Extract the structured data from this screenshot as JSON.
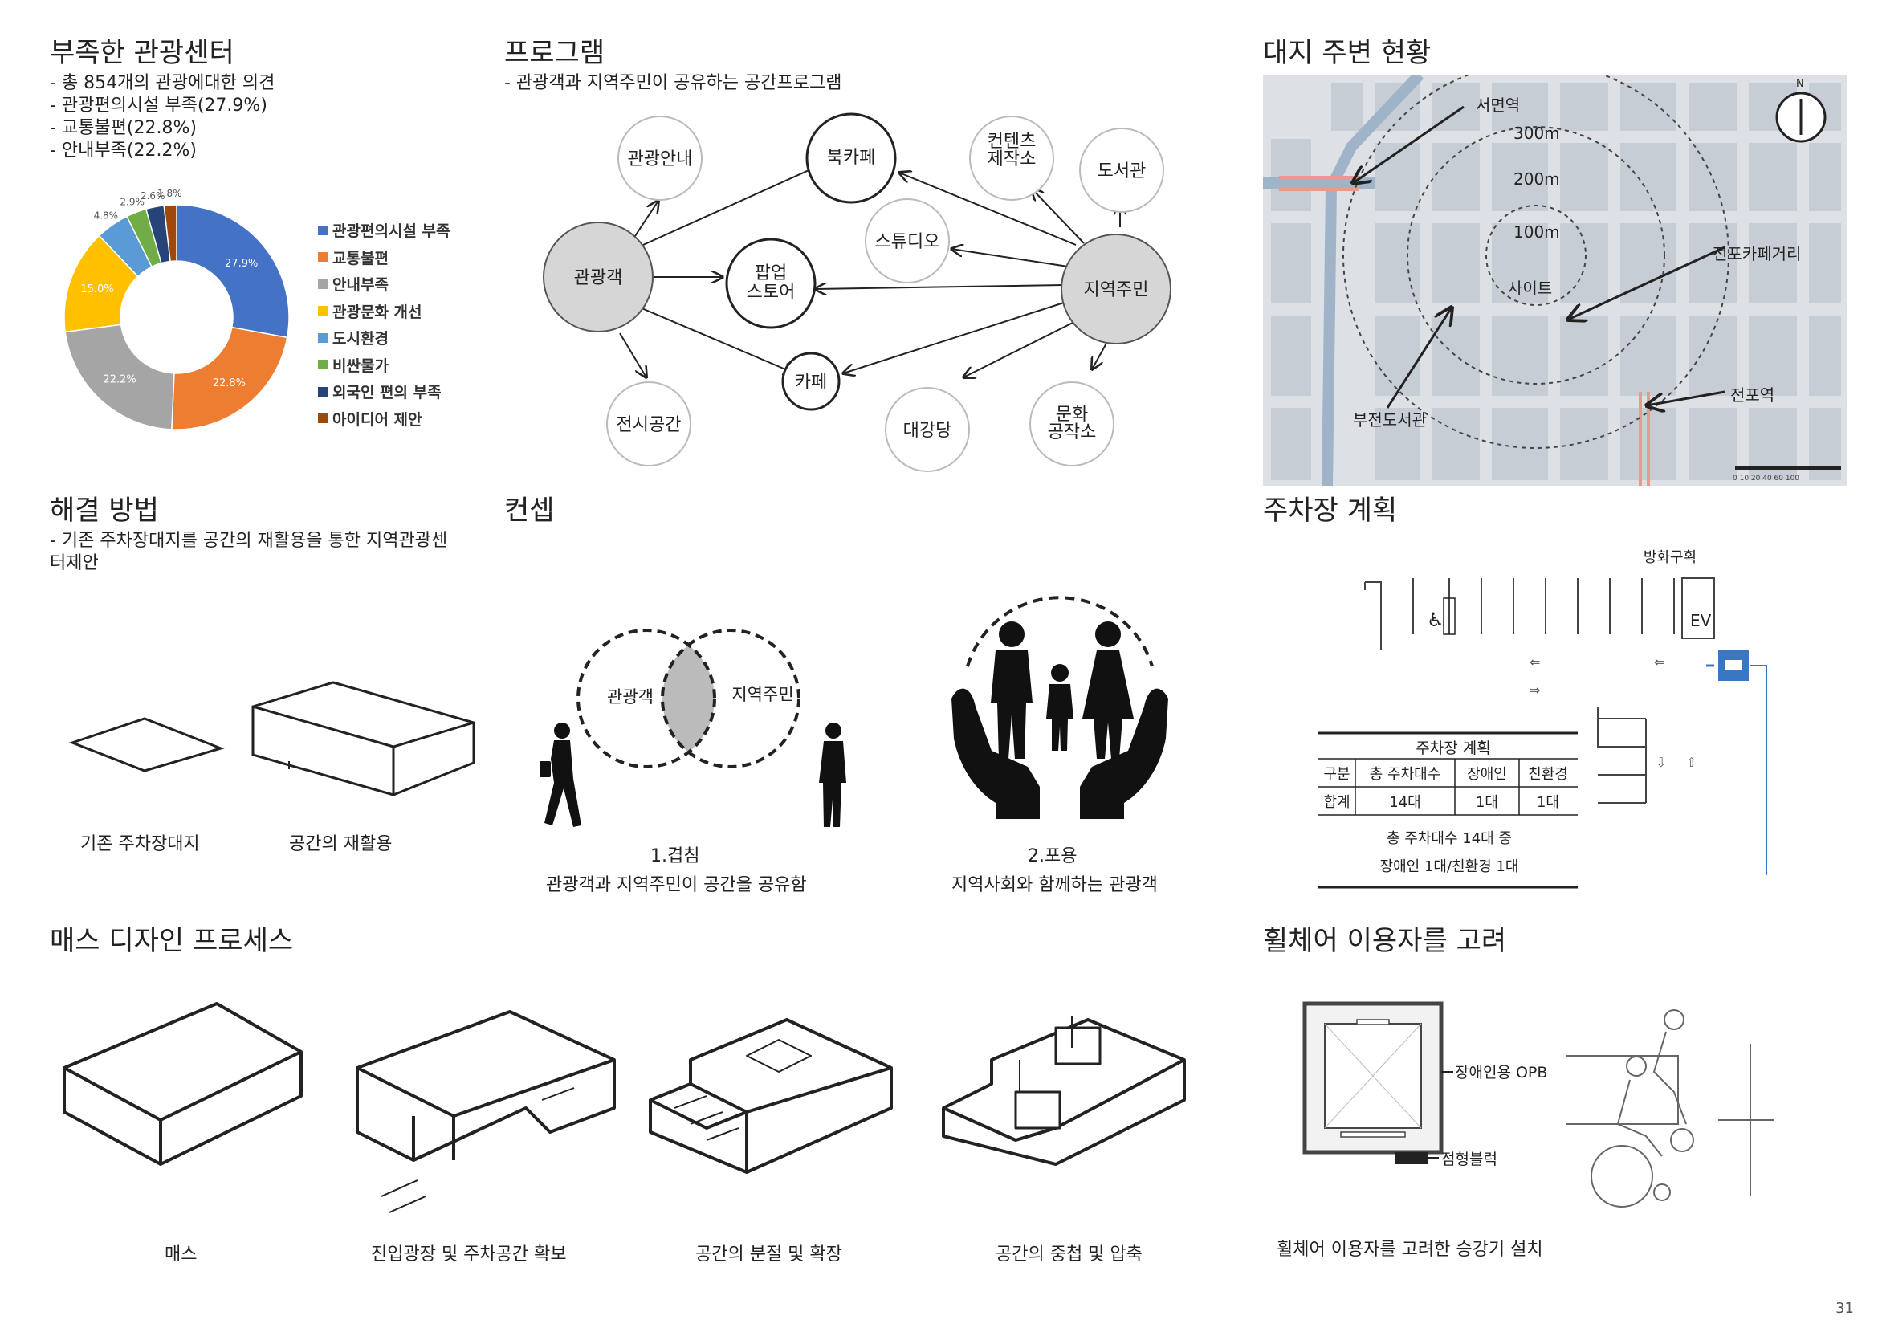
{
  "sections": {
    "tourism_center": {
      "title": "부족한 관광센터",
      "bullets": [
        "- 총 854개의 관광에대한 의견",
        "- 관광편의시설 부족(27.9%)",
        "- 교통불편(22.8%)",
        "- 안내부족(22.2%)"
      ]
    },
    "program": {
      "title": "프로그램",
      "subtitle": "- 관광객과 지역주민이 공유하는 공간프로그램",
      "nodes": {
        "tourist": "관광객",
        "resident": "지역주민",
        "info": "관광안내",
        "bookcafe": "북카페",
        "content1": "컨텐츠",
        "content2": "제작소",
        "library": "도서관",
        "studio": "스튜디오",
        "popup1": "팝업",
        "popup2": "스토어",
        "cafe": "카페",
        "exhibit": "전시공간",
        "hall": "대강당",
        "culture1": "문화",
        "culture2": "공작소"
      }
    },
    "site": {
      "title": "대지 주변 현황",
      "labels": {
        "station1": "서면역",
        "r300": "300m",
        "r200": "200m",
        "r100": "100m",
        "site": "사이트",
        "cafestreet": "전포카페거리",
        "station2": "전포역",
        "library": "부전도서관",
        "north": "N",
        "scale": "0  10  20   40    60           100"
      }
    },
    "solution": {
      "title": "해결 방법",
      "bullets": [
        "- 기존 주차장대지를 공간의 재활용을 통한 지역관광센",
        "터제안"
      ],
      "captions": [
        "기존 주차장대지",
        "공간의 재활용"
      ]
    },
    "concept": {
      "title": "컨셉",
      "venn": [
        "관광객",
        "지역주민"
      ],
      "c1_title": "1.겹침",
      "c1_desc": "관광객과 지역주민이 공간을 공유함",
      "c2_title": "2.포용",
      "c2_desc": "지역사회와 함께하는 관광객"
    },
    "parking": {
      "title": "주차장 계획",
      "fire": "방화구획",
      "ev": "EV",
      "table_title": "주차장 계획",
      "headers": [
        "구분",
        "총 주차대수",
        "장애인",
        "친환경"
      ],
      "row": [
        "합계",
        "14대",
        "1대",
        "1대"
      ],
      "note1": "총 주차대수 14대 중",
      "note2": "장애인 1대/친환경 1대"
    },
    "mass": {
      "title": "매스 디자인 프로세스",
      "steps": [
        "매스",
        "진입광장 및 주차공간 확보",
        "공간의 분절 및 확장",
        "공간의 중첩 및 압축"
      ]
    },
    "wheelchair": {
      "title": "휠체어 이용자를 고려",
      "opb": "장애인용 OPB",
      "tactile": "점형블럭",
      "caption": "휠체어 이용자를 고려한 승강기 설치"
    }
  },
  "page_number": "31",
  "chart_data": {
    "type": "pie",
    "title": "",
    "categories": [
      "관광편의시설 부족",
      "교통불편",
      "안내부족",
      "관광문화 개선",
      "도시환경",
      "비싼물가",
      "외국인 편의 부족",
      "아이디어 제안"
    ],
    "values": [
      27.9,
      22.8,
      22.2,
      15.0,
      4.8,
      2.9,
      2.6,
      1.8
    ],
    "value_labels": [
      "27.9%",
      "22.8%",
      "22.2%",
      "15.0%",
      "4.8%",
      "2.9%",
      "2.6%",
      "1.8%"
    ],
    "colors": [
      "#4472C4",
      "#ED7D31",
      "#A5A5A5",
      "#FFC000",
      "#5B9BD5",
      "#70AD47",
      "#264478",
      "#9E480E"
    ],
    "donut": true,
    "legend": "right"
  }
}
